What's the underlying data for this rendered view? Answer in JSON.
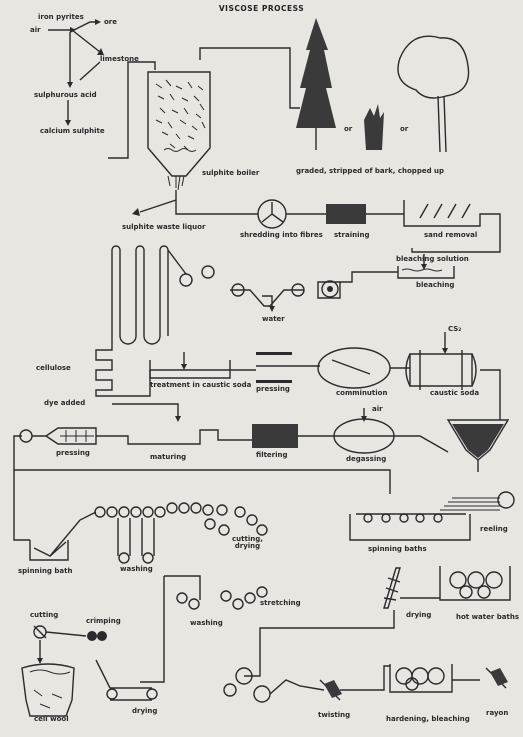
{
  "title": "VISCOSE PROCESS",
  "labels": {
    "iron_pyrites": "iron pyrites",
    "air_top": "air",
    "ore": "ore",
    "limestone": "limestone",
    "sulphurous_acid": "sulphurous acid",
    "calcium_sulphite": "calcium sulphite",
    "sulphite_boiler": "sulphite boiler",
    "sulphite_waste_liquor": "sulphite waste liquor",
    "graded": "graded, stripped of bark, chopped up",
    "or1": "or",
    "or2": "or",
    "shredding": "shredding into fibres",
    "straining": "straining",
    "sand_removal": "sand removal",
    "bleaching_solution": "bleaching solution",
    "bleaching": "bleaching",
    "water": "water",
    "cellulose": "cellulose",
    "treatment": "treatment in caustic soda",
    "pressing_mid": "pressing",
    "comminution": "comminution",
    "cs2": "CS₂",
    "caustic_soda": "caustic soda",
    "dye_added": "dye added",
    "pressing_left": "pressing",
    "maturing": "maturing",
    "filtering": "filtering",
    "air_degas": "air",
    "degassing": "degassing",
    "spinning_bath": "spinning bath",
    "washing1": "washing",
    "cutting_drying": "cutting,\ndrying",
    "reeling": "reeling",
    "spinning_baths": "spinning baths",
    "cutting": "cutting",
    "crimping": "crimping",
    "washing2": "washing",
    "stretching": "stretching",
    "drying_right": "drying",
    "hot_water_baths": "hot water baths",
    "cell_wool": "cell wool",
    "drying_left": "drying",
    "twisting": "twisting",
    "hardening": "hardening, bleaching",
    "rayon": "rayon"
  }
}
